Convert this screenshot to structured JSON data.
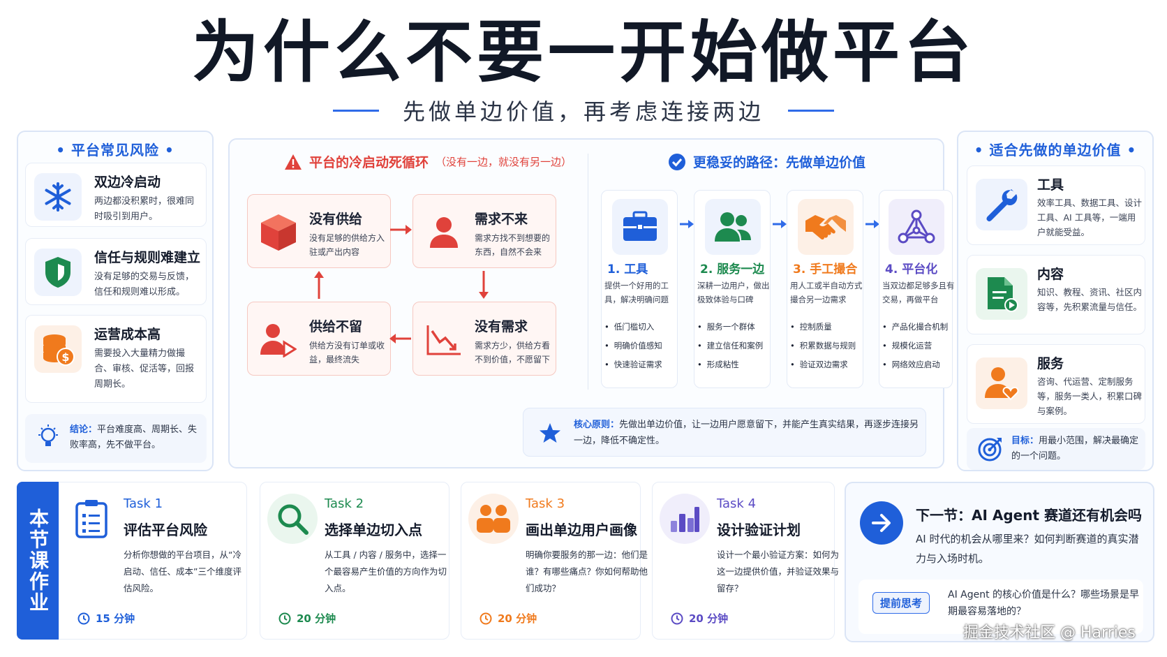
{
  "title": "为什么不要一开始做平台",
  "subtitle": "先做单边价值，再考虑连接两边",
  "colors": {
    "accent": "#1f5fd9",
    "danger": "#e0423b",
    "success": "#1d8a4f",
    "warm": "#f07a1d",
    "purple": "#5b4bc4"
  },
  "risks": {
    "heading": "平台常见风险",
    "items": [
      {
        "icon": "snowflake-icon",
        "title": "双边冷启动",
        "desc": "两边都没积累时，很难同时吸引到用户。"
      },
      {
        "icon": "shield-icon",
        "title": "信任与规则难建立",
        "desc": "没有足够的交易与反馈，信任和规则难以形成。"
      },
      {
        "icon": "coins-icon",
        "title": "运营成本高",
        "desc": "需要投入大量精力做撮合、审核、促活等，回报周期长。"
      }
    ],
    "conclusion_label": "结论：",
    "conclusion_text": "平台难度高、周期长、失败率高，先不做平台。"
  },
  "loop": {
    "heading": "平台的冷启动死循环",
    "heading_sub": "（没有一边，就没有另一边）",
    "boxes": [
      {
        "icon": "cube-icon",
        "title": "没有供给",
        "desc": "没有足够的供给方入驻或产出内容"
      },
      {
        "icon": "user-icon",
        "title": "需求不来",
        "desc": "需求方找不到想要的东西，自然不会来"
      },
      {
        "icon": "user-leave-icon",
        "title": "供给不留",
        "desc": "供给方没有订单或收益，最终流失"
      },
      {
        "icon": "trend-down-icon",
        "title": "没有需求",
        "desc": "需求方少，供给方看不到价值，不愿留下"
      }
    ]
  },
  "path": {
    "heading": "更稳妥的路径：先做单边价值",
    "steps": [
      {
        "icon": "toolbox-icon",
        "title": "1. 工具",
        "desc": "提供一个好用的工具，解决明确问题",
        "bullets": [
          "低门槛切入",
          "明确价值感知",
          "快速验证需求"
        ],
        "color": "#1f5fd9"
      },
      {
        "icon": "users-icon",
        "title": "2. 服务一边",
        "desc": "深耕一边用户，做出极致体验与口碑",
        "bullets": [
          "服务一个群体",
          "建立信任和案例",
          "形成粘性"
        ],
        "color": "#1d8a4f"
      },
      {
        "icon": "handshake-icon",
        "title": "3. 手工撮合",
        "desc": "用人工或半自动方式撮合另一边需求",
        "bullets": [
          "控制质量",
          "积累数据与规则",
          "验证双边需求"
        ],
        "color": "#f07a1d"
      },
      {
        "icon": "network-icon",
        "title": "4. 平台化",
        "desc": "当双边都足够多且有交易，再做平台",
        "bullets": [
          "产品化撮合机制",
          "规模化运营",
          "网络效应启动"
        ],
        "color": "#5b4bc4"
      }
    ],
    "principle_label": "核心原则：",
    "principle_text": "先做出单边价值，让一边用户愿意留下，并能产生真实结果，再逐步连接另一边，降低不确定性。"
  },
  "values": {
    "heading": "适合先做的单边价值",
    "items": [
      {
        "icon": "wrench-icon",
        "title": "工具",
        "desc": "效率工具、数据工具、设计工具、AI 工具等，一端用户就能受益。"
      },
      {
        "icon": "document-play-icon",
        "title": "内容",
        "desc": "知识、教程、资讯、社区内容等，先积累流量与信任。"
      },
      {
        "icon": "person-heart-icon",
        "title": "服务",
        "desc": "咨询、代运营、定制服务等，服务一类人，积累口碑与案例。"
      }
    ],
    "goal_label": "目标：",
    "goal_text": "用最小范围，解决最确定的一个问题。"
  },
  "homework": {
    "label": "本节课作业",
    "tasks": [
      {
        "icon": "clipboard-icon",
        "num": "Task 1",
        "title": "评估平台风险",
        "desc": "分析你想做的平台项目，从“冷启动、信任、成本”三个维度评估风险。",
        "time": "15 分钟",
        "color": "#1f5fd9",
        "bg": "#ffffff"
      },
      {
        "icon": "search-icon",
        "num": "Task 2",
        "title": "选择单边切入点",
        "desc": "从工具 / 内容 / 服务中，选择一个最容易产生价值的方向作为切入点。",
        "time": "20 分钟",
        "color": "#1d8a4f",
        "bg": "#eaf6ee"
      },
      {
        "icon": "people-icon",
        "num": "Task 3",
        "title": "画出单边用户画像",
        "desc": "明确你要服务的那一边：他们是谁？有哪些痛点？你如何帮助他们成功？",
        "time": "20 分钟",
        "color": "#f07a1d",
        "bg": "#fdf0e6"
      },
      {
        "icon": "bar-chart-icon",
        "num": "Task 4",
        "title": "设计验证计划",
        "desc": "设计一个最小验证方案：如何为这一边提供价值，并验证效果与留存？",
        "time": "20 分钟",
        "color": "#5b4bc4",
        "bg": "#f0eefb"
      }
    ]
  },
  "next": {
    "title": "下一节：AI Agent 赛道还有机会吗",
    "desc": "AI 时代的机会从哪里来？如何判断赛道的真实潜力与入场时机。",
    "tag": "提前思考",
    "questions": "AI Agent 的核心价值是什么？哪些场景是早期最容易落地的？"
  },
  "watermark": "掘金技术社区 @ Harries"
}
